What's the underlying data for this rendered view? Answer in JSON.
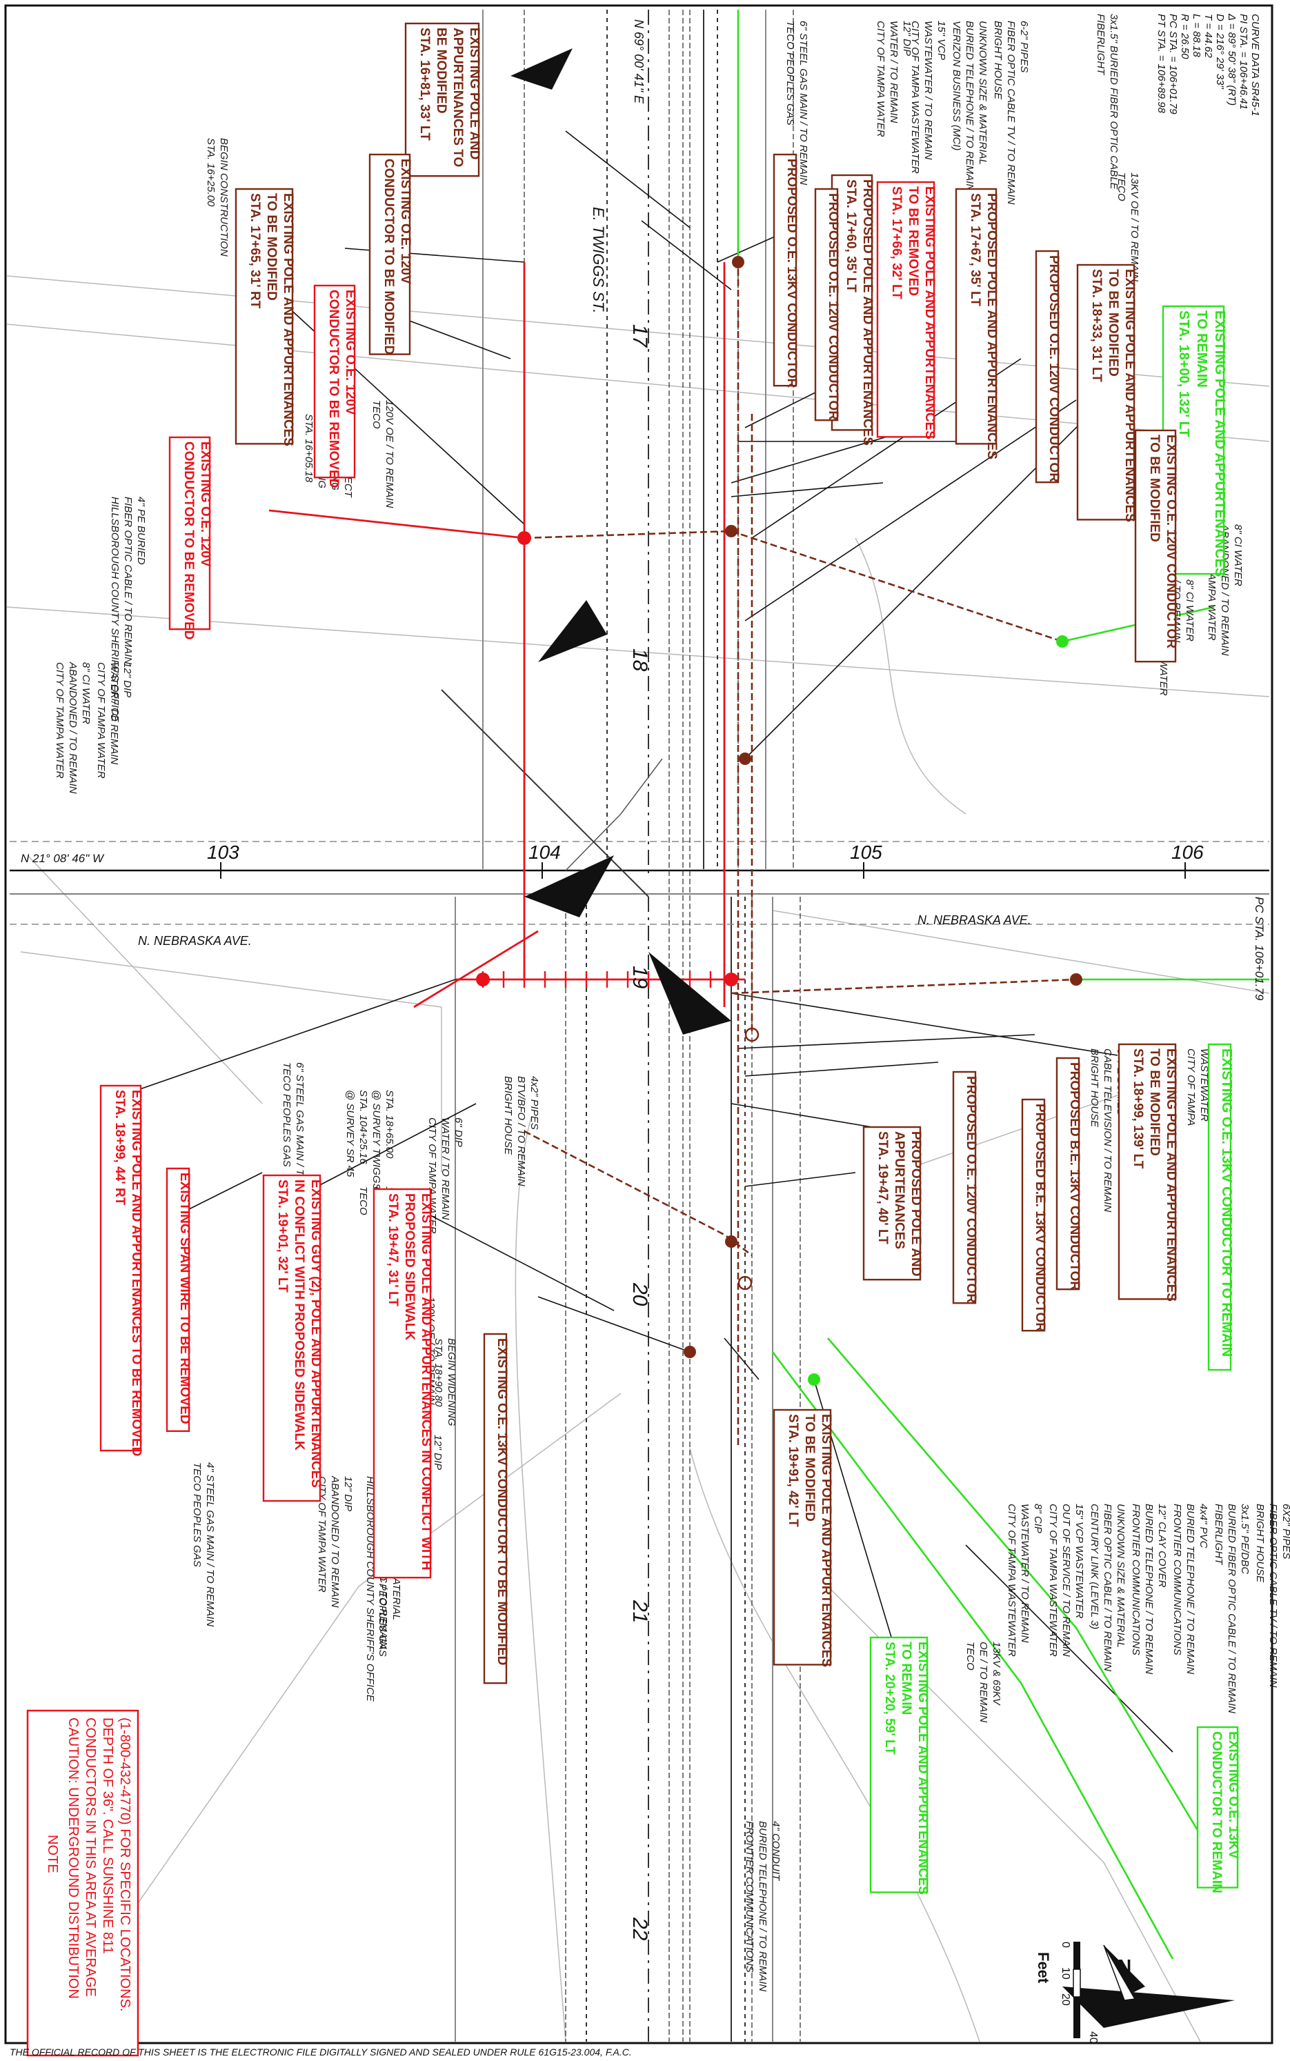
{
  "colors": {
    "remove": "#e8121a",
    "modify": "#7a2a14",
    "remain": "#2ee01c",
    "linework": "#1a1a1a",
    "grey": "#9a9a9a"
  },
  "streets": {
    "twiggs": "E. TWIGGS ST.",
    "nebraska_top": "N. NEBRASKA AVE.",
    "nebraska_bottom": "N. NEBRASKA AVE."
  },
  "bearings": {
    "upper": "N 69° 00' 41\" E",
    "lower": "N 21° 08' 46\" W"
  },
  "curve_data": [
    "CURVE DATA SR45-1",
    "PI STA. = 106+46.41",
    "Δ = 89° 50' 38\" (RT)",
    "D = 216° 29' 33\"",
    "T = 44.62",
    "L = 88.18",
    "R = 26.50",
    "PC STA. = 106+01.79",
    "PT STA. = 106+89.98"
  ],
  "grid_stations": [
    "103",
    "104",
    "105",
    "106"
  ],
  "stations_upper": [
    "17",
    "18"
  ],
  "stations_lower": [
    "19",
    "20",
    "21",
    "22"
  ],
  "pc_label": "PC STA. 106+01.79",
  "callouts": [
    {
      "id": "c1",
      "type": "remain",
      "lines": [
        "EXISTING POLE AND APPURTENANCES",
        "TO REMAIN",
        "STA. 18+00, 132' LT"
      ]
    },
    {
      "id": "c2",
      "type": "modify",
      "lines": [
        "EXISTING O.E. 120V CONDUCTOR",
        "TO BE MODIFIED"
      ]
    },
    {
      "id": "c3",
      "type": "modify",
      "lines": [
        "EXISTING POLE AND APPURTENANCES",
        "TO BE MODIFIED",
        "STA. 18+33, 31' LT"
      ]
    },
    {
      "id": "c4",
      "type": "modify",
      "lines": [
        "PROPOSED O.E. 120V CONDUCTOR"
      ]
    },
    {
      "id": "c5",
      "type": "modify",
      "lines": [
        "PROPOSED POLE AND APPURTENANCES",
        "STA. 17+67, 35' LT"
      ]
    },
    {
      "id": "c6",
      "type": "remove",
      "lines": [
        "EXISTING POLE AND APPURTENANCES",
        "TO BE REMOVED",
        "STA. 17+66, 32' LT"
      ]
    },
    {
      "id": "c7",
      "type": "modify",
      "lines": [
        "PROPOSED POLE AND APPURTENANCES",
        "STA. 17+60, 35' LT"
      ]
    },
    {
      "id": "c8",
      "type": "modify",
      "lines": [
        "PROPOSED O.E. 120V CONDUCTOR"
      ]
    },
    {
      "id": "c9",
      "type": "modify",
      "lines": [
        "PROPOSED O.E. 13KV CONDUCTOR"
      ]
    },
    {
      "id": "c10",
      "type": "modify",
      "lines": [
        "EXISTING POLE AND",
        "APPURTENANCES TO",
        "BE MODIFIED",
        "STA. 16+81, 33' LT"
      ]
    },
    {
      "id": "c11",
      "type": "modify",
      "lines": [
        "EXISTING O.E. 120V",
        "CONDUCTOR TO BE MODIFIED"
      ]
    },
    {
      "id": "c12",
      "type": "modify",
      "lines": [
        "EXISTING POLE AND APPURTENANCES",
        "TO BE MODIFIED",
        "STA. 17+65, 31' RT"
      ]
    },
    {
      "id": "c13",
      "type": "remove",
      "lines": [
        "EXISTING O.E. 120V",
        "CONDUCTOR TO BE REMOVED"
      ]
    },
    {
      "id": "c14",
      "type": "remove",
      "lines": [
        "EXISTING O.E. 120V",
        "CONDUCTOR TO BE REMOVED"
      ]
    },
    {
      "id": "c15",
      "type": "remain",
      "lines": [
        "EXISTING O.E. 13KV CONDUCTOR TO REMAIN"
      ]
    },
    {
      "id": "c16",
      "type": "modify",
      "lines": [
        "EXISTING POLE AND APPURTENANCES",
        "TO BE MODIFIED",
        "STA. 18+99, 139' LT"
      ]
    },
    {
      "id": "c17",
      "type": "modify",
      "lines": [
        "PROPOSED B.E. 13KV CONDUCTOR"
      ]
    },
    {
      "id": "c18",
      "type": "modify",
      "lines": [
        "PROPOSED B.E. 13KV CONDUCTOR"
      ]
    },
    {
      "id": "c19",
      "type": "modify",
      "lines": [
        "PROPOSED O.E. 120V CONDUCTOR"
      ]
    },
    {
      "id": "c20",
      "type": "modify",
      "lines": [
        "PROPOSED POLE AND",
        "APPURTENANCES",
        "STA. 19+47, 40' LT"
      ]
    },
    {
      "id": "c21",
      "type": "remove",
      "lines": [
        "EXISTING POLE AND APPURTENANCES IN CONFLICT WITH",
        "PROPOSED SIDEWALK",
        "STA. 19+47, 31' LT"
      ]
    },
    {
      "id": "c22",
      "type": "modify",
      "lines": [
        "EXISTING O.E. 13KV CONDUCTOR TO BE MODIFIED"
      ]
    },
    {
      "id": "c23",
      "type": "modify",
      "lines": [
        "EXISTING POLE AND APPURTENANCES",
        "TO BE MODIFIED",
        "STA. 19+91, 42' LT"
      ]
    },
    {
      "id": "c24",
      "type": "remove",
      "lines": [
        "EXISTING GUY (2), POLE AND APPURTENANCES",
        "IN CONFLICT WITH PROPOSED SIDEWALK",
        "STA. 19+01, 32' LT"
      ]
    },
    {
      "id": "c25",
      "type": "remove",
      "lines": [
        "EXISTING SPAN WIRE TO BE REMOVED"
      ]
    },
    {
      "id": "c26",
      "type": "remove",
      "lines": [
        "EXISTING POLE AND APPURTENANCES TO BE REMOVED",
        "STA. 18+99, 44' RT"
      ]
    },
    {
      "id": "c27",
      "type": "remain",
      "lines": [
        "EXISTING POLE AND APPURTENANCES",
        "TO REMAIN",
        "STA. 20+20, 59' LT"
      ]
    },
    {
      "id": "c28",
      "type": "remain",
      "lines": [
        "EXISTING O.E. 13KV",
        "CONDUCTOR TO REMAIN"
      ]
    }
  ],
  "utility_labels": [
    {
      "id": "u1",
      "lines": [
        "6-2\" PIPES",
        "FIBER OPTIC CABLE TV / TO REMAIN",
        "BRIGHT HOUSE"
      ]
    },
    {
      "id": "u2",
      "lines": [
        "UNKNOWN SIZE & MATERIAL",
        "BURIED TELEPHONE / TO REMAIN",
        "VERIZON BUSINESS (MCI)"
      ]
    },
    {
      "id": "u3",
      "lines": [
        "15\" VCP",
        "WASTEWATER / TO REMAIN",
        "CITY OF TAMPA WASTEWATER"
      ]
    },
    {
      "id": "u4",
      "lines": [
        "12\" DIP",
        "WATER / TO REMAIN",
        "CITY OF TAMPA WATER"
      ]
    },
    {
      "id": "u5",
      "lines": [
        "3x1.5\" BURIED FIBER OPTIC CABLE",
        "FIBERLIGHT"
      ]
    },
    {
      "id": "u6",
      "lines": [
        "13KV OE / TO REMAIN",
        "TECO"
      ]
    },
    {
      "id": "u7",
      "lines": [
        "6\" STEEL GAS MAIN / TO REMAIN",
        "TECO PEOPLES GAS"
      ]
    },
    {
      "id": "u8",
      "lines": [
        "8\" CI WATER",
        "ABANDONED / TO REMAIN",
        "CITY OF TAMPA WATER"
      ]
    },
    {
      "id": "u9",
      "lines": [
        "4\" PE BURIED",
        "FIBER OPTIC CABLE / TO REMAIN",
        "HILLSBOROUGH COUNTY SHERIFF'S OFFICE"
      ]
    },
    {
      "id": "u10",
      "lines": [
        "12\" DIP",
        "WATER / TO REMAIN",
        "CITY OF TAMPA WATER"
      ]
    },
    {
      "id": "u11",
      "lines": [
        "8\" CI WATER",
        "ABANDONED / TO REMAIN",
        "CITY OF TAMPA WATER"
      ]
    },
    {
      "id": "u12",
      "lines": [
        "BEGIN CONSTRUCTION",
        "STA. 16+25.00"
      ]
    },
    {
      "id": "u13",
      "lines": [
        "120V OE / TO REMAIN",
        "TECO"
      ]
    },
    {
      "id": "u14",
      "lines": [
        "BEGIN PROJECT",
        "BEGIN MILLING",
        "RESURFACING",
        "STA. 16+05.18"
      ]
    },
    {
      "id": "u15",
      "lines": [
        "8\" CI WATER",
        "/ TO REMAIN",
        "CITY OF TAMPA WATER"
      ]
    },
    {
      "id": "u16",
      "lines": [
        "6X2\" PIPES",
        "FIBER OPTIC CABLE TV / TO REMAIN",
        "BRIGHT HOUSE"
      ]
    },
    {
      "id": "u17",
      "lines": [
        "3x1.5\" PE/DBC",
        "BURIED FIBER OPTIC CABLE / TO REMAIN",
        "FIBERLIGHT"
      ]
    },
    {
      "id": "u18",
      "lines": [
        "4x4\" PVC",
        "BURIED TELEPHONE / TO REMAIN",
        "FRONTIER COMMUNICATIONS"
      ]
    },
    {
      "id": "u19",
      "lines": [
        "12\" CLAY COVER",
        "BURIED TELEPHONE / TO REMAIN",
        "FRONTIER COMMUNICATIONS"
      ]
    },
    {
      "id": "u20",
      "lines": [
        "UNKNOWN SIZE & MATERIAL",
        "FIBER OPTIC CABLE / TO REMAIN",
        "CENTURY LINK (LEVEL 3)"
      ]
    },
    {
      "id": "u21",
      "lines": [
        "15\" VCP WASTEWATER",
        "OUT OF SERVICE / TO REMAIN",
        "CITY OF TAMPA WASTEWATER"
      ]
    },
    {
      "id": "u22",
      "lines": [
        "8\" CIP",
        "WASTEWATER / TO REMAIN",
        "CITY OF TAMPA WASTEWATER"
      ]
    },
    {
      "id": "u23",
      "lines": [
        "13KV & 69KV",
        "OE / TO REMAIN",
        "TECO"
      ]
    },
    {
      "id": "u24",
      "lines": [
        "4\" CONDUIT",
        "BURIED TELEPHONE / TO REMAIN",
        "FRONTIER COMMUNICATIONS"
      ]
    },
    {
      "id": "u25",
      "lines": [
        "UNKNOWN SIZE & MATERIAL",
        "BURIED FIBER OPTIC / TO REMAIN",
        "HILLSBOROUGH COUNTY SHERIFF'S OFFICE"
      ]
    },
    {
      "id": "u26",
      "lines": [
        "12\" DIP",
        "ABANDONED / TO REMAIN",
        "CITY OF TAMPA WATER"
      ]
    },
    {
      "id": "u27",
      "lines": [
        "13KV & 69KV",
        "OE / TO REMAIN",
        "TECO"
      ]
    },
    {
      "id": "u28",
      "lines": [
        "6\" DIP",
        "WATER / TO REMAIN",
        "CITY OF TAMPA WATER"
      ]
    },
    {
      "id": "u29",
      "lines": [
        "4x2\" PIPES",
        "BTV/BFO / TO REMAIN",
        "BRIGHT HOUSE"
      ]
    },
    {
      "id": "u30",
      "lines": [
        "STA. 18+65.00",
        "@ SURVEY TWIGGS ST. =",
        "STA. 104+25.16",
        "@ SURVEY SR 45"
      ]
    },
    {
      "id": "u31",
      "lines": [
        "6\" STEEL GAS MAIN / TO REMAIN",
        "TECO PEOPLES GAS"
      ]
    },
    {
      "id": "u32",
      "lines": [
        "120V OE / TO REMAIN",
        "TECO"
      ]
    },
    {
      "id": "u33",
      "lines": [
        "BEGIN WIDENING",
        "STA. 18+90.80"
      ]
    },
    {
      "id": "u34",
      "lines": [
        "12\" DIP",
        "WATER / TO REMAIN",
        "CITY OF TAMPA WATER"
      ]
    },
    {
      "id": "u35",
      "lines": [
        "4x4\" PVC",
        "BURIED",
        "FRONTIER COMMUNICATIONS"
      ]
    },
    {
      "id": "u36",
      "lines": [
        "6\" PE BURIED",
        "CABLE TELEVISION / TO REMAIN",
        "BRIGHT HOUSE"
      ]
    },
    {
      "id": "u37",
      "lines": [
        "12\" VCP",
        "WASTEWATER",
        "CITY OF TAMPA"
      ]
    },
    {
      "id": "u38",
      "lines": [
        "TECO PEOPLES GAS"
      ]
    },
    {
      "id": "u39",
      "lines": [
        "4\" STEEL GAS MAIN / TO REMAIN",
        "TECO PEOPLES GAS"
      ]
    }
  ],
  "note": {
    "title": "NOTE",
    "lines": [
      "CAUTION: UNDERGROUND DISTRIBUTION",
      "CONDUCTORS IN THIS AREA AT AVERAGE",
      "DEPTH OF 36\". CALL SUNSHINE 811",
      "(1-800-432-4770) FOR SPECIFIC LOCATIONS."
    ]
  },
  "scale": {
    "ticks": [
      "0",
      "10",
      "20",
      "40"
    ],
    "unit": "Feet"
  },
  "north": "N",
  "footer": "THE OFFICIAL RECORD OF THIS SHEET IS THE ELECTRONIC FILE DIGITALLY SIGNED AND SEALED UNDER RULE 61G15-23.004, F.A.C."
}
